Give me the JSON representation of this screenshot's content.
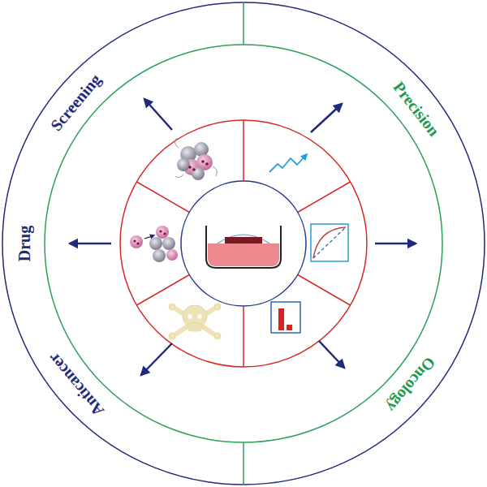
{
  "diagram": {
    "labels": [
      "Screening",
      "Precision",
      "Drug",
      "Anticancer",
      "Oncology"
    ]
  }
}
